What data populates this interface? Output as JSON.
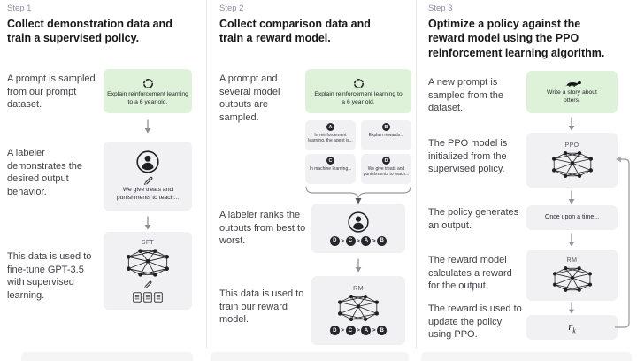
{
  "colors": {
    "background": "#ffffff",
    "green_box": "#ddf2d8",
    "gray_box": "#f1f1f3",
    "text_dark": "#18181b",
    "text_body": "#3f3f46",
    "step_label": "#8e8ea0",
    "arrow": "#8f8f96"
  },
  "icons": {
    "sample_prompt": "dashed-circle-icon",
    "labeler": "person-in-circle-icon",
    "demonstrate": "pencil-icon",
    "model": "neural-network-icon",
    "data": "document-icon",
    "otter_prompt": "otter-icon",
    "flow": "down-arrow-icon",
    "loop": "loop-arrow-icon",
    "group": "curly-brace-icon"
  },
  "step1": {
    "label": "Step 1",
    "heading": "Collect demonstration data and train a supervised policy.",
    "prompt_text": "A prompt is sampled from our prompt dataset.",
    "prompt_box_text": "Explain reinforcement learning to a 6 year old.",
    "labeler_text": "A labeler demonstrates the desired output behavior.",
    "labeler_box_text": "We give treats and punishments to teach...",
    "finetune_text": "This data is used to fine-tune GPT-3.5 with supervised learning.",
    "model_label": "SFT"
  },
  "step2": {
    "label": "Step 2",
    "heading": "Collect comparison data and train a reward model.",
    "prompt_text": "A prompt and several model outputs are sampled.",
    "prompt_box_text": "Explain reinforcement learning to a 6 year old.",
    "outputs": [
      {
        "letter": "A",
        "text": "In reinforcement learning, the agent is..."
      },
      {
        "letter": "B",
        "text": "Explain rewards..."
      },
      {
        "letter": "C",
        "text": "In machine learning..."
      },
      {
        "letter": "D",
        "text": "We give treats and punishments to teach..."
      }
    ],
    "rank_text": "A labeler ranks the outputs from best to worst.",
    "ranking": [
      "D",
      "C",
      "A",
      "B"
    ],
    "rank_separator": ">",
    "train_text": "This data is used to train our reward model.",
    "model_label": "RM"
  },
  "step3": {
    "label": "Step 3",
    "heading": "Optimize a policy against the reward model using the PPO reinforcement learning algorithm.",
    "prompt_text": "A new prompt is sampled from the dataset.",
    "prompt_box_text": "Write a story about otters.",
    "ppo_text": "The PPO model is initialized from the supervised policy.",
    "ppo_label": "PPO",
    "output_text": "The policy generates an output.",
    "output_box_text": "Once upon a time...",
    "reward_text": "The reward model calculates a reward for the output.",
    "rm_label": "RM",
    "update_text": "The reward is used to update the policy using PPO.",
    "reward_var": "r",
    "reward_var_sub": "k"
  }
}
